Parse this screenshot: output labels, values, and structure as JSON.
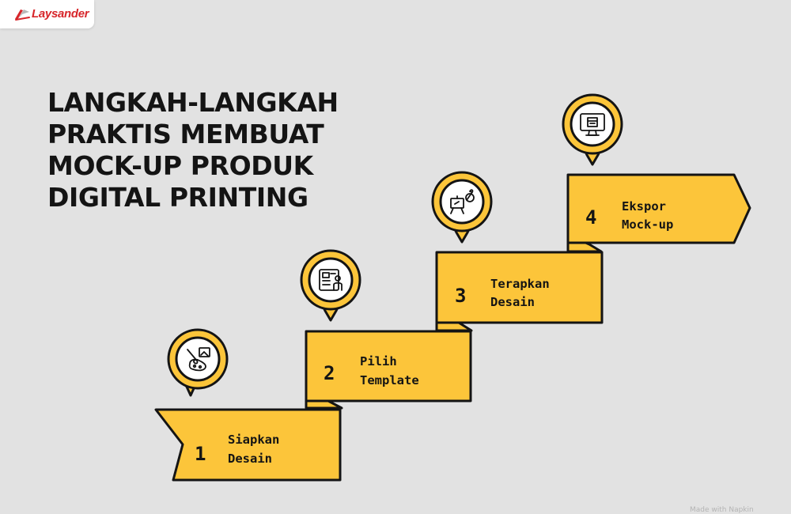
{
  "brand": {
    "name": "Laysander",
    "accent_color": "#d7262b",
    "logo_icon": "crossed-flags-icon"
  },
  "title_lines": [
    "LANGKAH-LANGKAH",
    "PRAKTIS MEMBUAT",
    "MOCK-UP PRODUK",
    "DIGITAL PRINTING"
  ],
  "colors": {
    "background": "#e2e2e2",
    "ribbon_fill": "#fcc53a",
    "outline": "#141414",
    "pin_fill": "#fcc53a",
    "pin_inner": "#ffffff"
  },
  "steps": [
    {
      "number": "1",
      "label_lines": [
        "Siapkan",
        "Desain"
      ],
      "icon": "design-sketch-icon"
    },
    {
      "number": "2",
      "label_lines": [
        "Pilih",
        "Template"
      ],
      "icon": "template-layout-icon"
    },
    {
      "number": "3",
      "label_lines": [
        "Terapkan",
        "Desain"
      ],
      "icon": "easel-brush-icon"
    },
    {
      "number": "4",
      "label_lines": [
        "Ekspor",
        "Mock-up"
      ],
      "icon": "monitor-export-icon"
    }
  ],
  "watermark": "Made with Napkin"
}
